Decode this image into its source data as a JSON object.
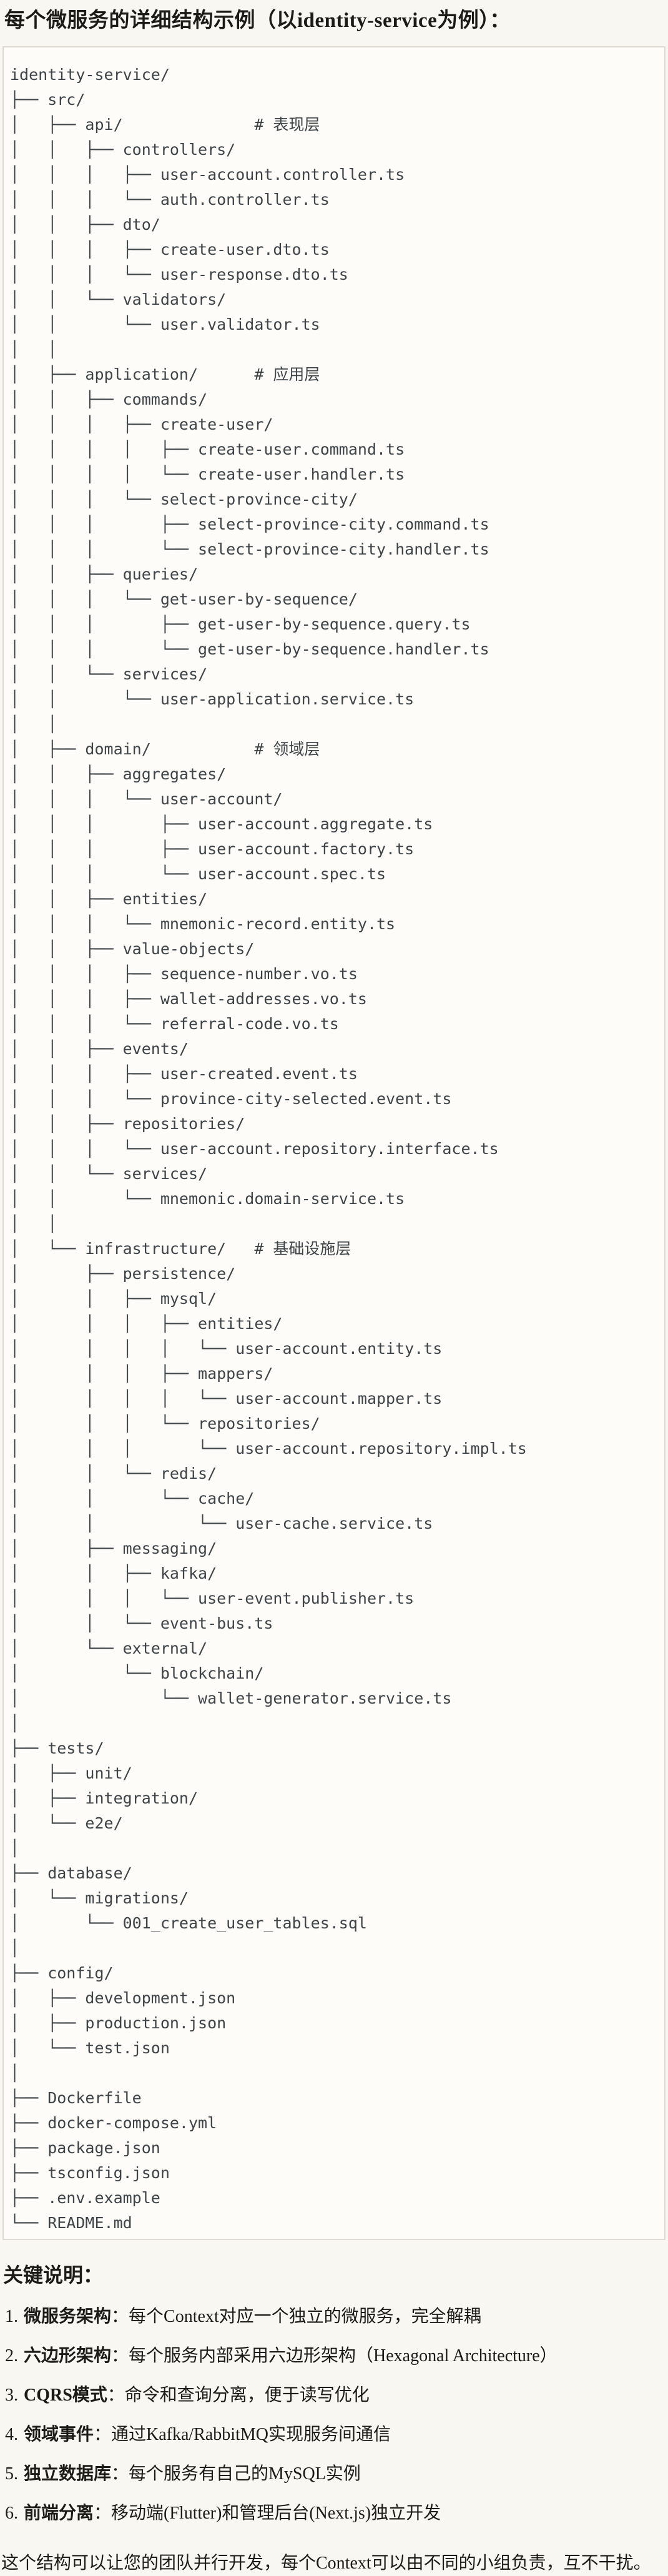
{
  "page": {
    "title": "每个微服务的详细结构示例（以identity-service为例）：",
    "colors": {
      "page_bg": "#f9f7f2",
      "code_bg": "#fdfcf8",
      "code_border": "#dcd9d3",
      "code_text": "#3e4348",
      "body_text": "#1c1b18"
    }
  },
  "tree": {
    "lines": [
      "identity-service/",
      "├── src/",
      "│   ├── api/              # 表现层",
      "│   │   ├── controllers/",
      "│   │   │   ├── user-account.controller.ts",
      "│   │   │   └── auth.controller.ts",
      "│   │   ├── dto/",
      "│   │   │   ├── create-user.dto.ts",
      "│   │   │   └── user-response.dto.ts",
      "│   │   └── validators/",
      "│   │       └── user.validator.ts",
      "│   │",
      "│   ├── application/      # 应用层",
      "│   │   ├── commands/",
      "│   │   │   ├── create-user/",
      "│   │   │   │   ├── create-user.command.ts",
      "│   │   │   │   └── create-user.handler.ts",
      "│   │   │   └── select-province-city/",
      "│   │   │       ├── select-province-city.command.ts",
      "│   │   │       └── select-province-city.handler.ts",
      "│   │   ├── queries/",
      "│   │   │   └── get-user-by-sequence/",
      "│   │   │       ├── get-user-by-sequence.query.ts",
      "│   │   │       └── get-user-by-sequence.handler.ts",
      "│   │   └── services/",
      "│   │       └── user-application.service.ts",
      "│   │",
      "│   ├── domain/           # 领域层",
      "│   │   ├── aggregates/",
      "│   │   │   └── user-account/",
      "│   │   │       ├── user-account.aggregate.ts",
      "│   │   │       ├── user-account.factory.ts",
      "│   │   │       └── user-account.spec.ts",
      "│   │   ├── entities/",
      "│   │   │   └── mnemonic-record.entity.ts",
      "│   │   ├── value-objects/",
      "│   │   │   ├── sequence-number.vo.ts",
      "│   │   │   ├── wallet-addresses.vo.ts",
      "│   │   │   └── referral-code.vo.ts",
      "│   │   ├── events/",
      "│   │   │   ├── user-created.event.ts",
      "│   │   │   └── province-city-selected.event.ts",
      "│   │   ├── repositories/",
      "│   │   │   └── user-account.repository.interface.ts",
      "│   │   └── services/",
      "│   │       └── mnemonic.domain-service.ts",
      "│   │",
      "│   └── infrastructure/   # 基础设施层",
      "│       ├── persistence/",
      "│       │   ├── mysql/",
      "│       │   │   ├── entities/",
      "│       │   │   │   └── user-account.entity.ts",
      "│       │   │   ├── mappers/",
      "│       │   │   │   └── user-account.mapper.ts",
      "│       │   │   └── repositories/",
      "│       │   │       └── user-account.repository.impl.ts",
      "│       │   └── redis/",
      "│       │       └── cache/",
      "│       │           └── user-cache.service.ts",
      "│       ├── messaging/",
      "│       │   ├── kafka/",
      "│       │   │   └── user-event.publisher.ts",
      "│       │   └── event-bus.ts",
      "│       └── external/",
      "│           └── blockchain/",
      "│               └── wallet-generator.service.ts",
      "│",
      "├── tests/",
      "│   ├── unit/",
      "│   ├── integration/",
      "│   └── e2e/",
      "│",
      "├── database/",
      "│   └── migrations/",
      "│       └── 001_create_user_tables.sql",
      "│",
      "├── config/",
      "│   ├── development.json",
      "│   ├── production.json",
      "│   └── test.json",
      "│",
      "├── Dockerfile",
      "├── docker-compose.yml",
      "├── package.json",
      "├── tsconfig.json",
      "├── .env.example",
      "└── README.md"
    ]
  },
  "notes": {
    "heading": "关键说明：",
    "items": [
      {
        "num": "1.",
        "label": "微服务架构",
        "text": "：每个Context对应一个独立的微服务，完全解耦"
      },
      {
        "num": "2.",
        "label": "六边形架构",
        "text": "：每个服务内部采用六边形架构（Hexagonal Architecture）"
      },
      {
        "num": "3.",
        "label": "CQRS模式",
        "text": "：命令和查询分离，便于读写优化"
      },
      {
        "num": "4.",
        "label": "领域事件",
        "text": "：通过Kafka/RabbitMQ实现服务间通信"
      },
      {
        "num": "5.",
        "label": "独立数据库",
        "text": "：每个服务有自己的MySQL实例"
      },
      {
        "num": "6.",
        "label": "前端分离",
        "text": "：移动端(Flutter)和管理后台(Next.js)独立开发"
      }
    ],
    "footer": "这个结构可以让您的团队并行开发，每个Context可以由不同的小组负责，互不干扰。"
  }
}
